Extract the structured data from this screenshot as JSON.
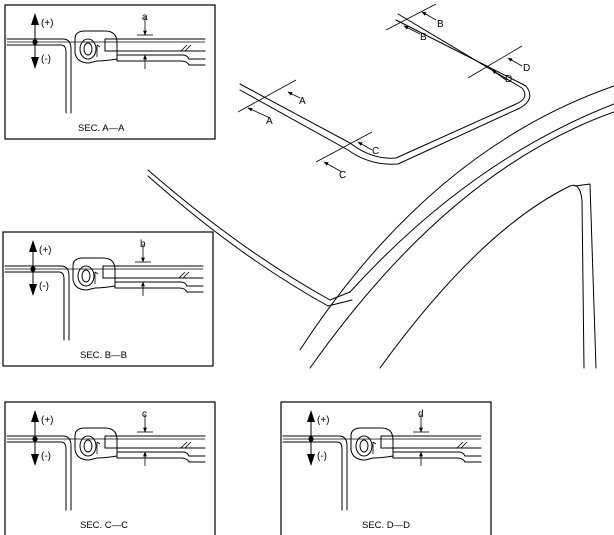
{
  "sections": [
    {
      "id": "a",
      "gap_label": "a",
      "caption": "SEC. A—A",
      "plus_label": "(+)",
      "minus_label": "(-)"
    },
    {
      "id": "b",
      "gap_label": "b",
      "caption": "SEC. B—B",
      "plus_label": "(+)",
      "minus_label": "(-)"
    },
    {
      "id": "c",
      "gap_label": "c",
      "caption": "SEC. C—C",
      "plus_label": "(+)",
      "minus_label": "(-)"
    },
    {
      "id": "d",
      "gap_label": "d",
      "caption": "SEC. D—D",
      "plus_label": "(+)",
      "minus_label": "(-)"
    }
  ],
  "callouts": {
    "a1": "A",
    "a2": "A",
    "b1": "B",
    "b2": "B",
    "c1": "C",
    "c2": "C",
    "d1": "D",
    "d2": "D"
  },
  "colors": {
    "line": "#000000",
    "background": "#ffffff"
  }
}
